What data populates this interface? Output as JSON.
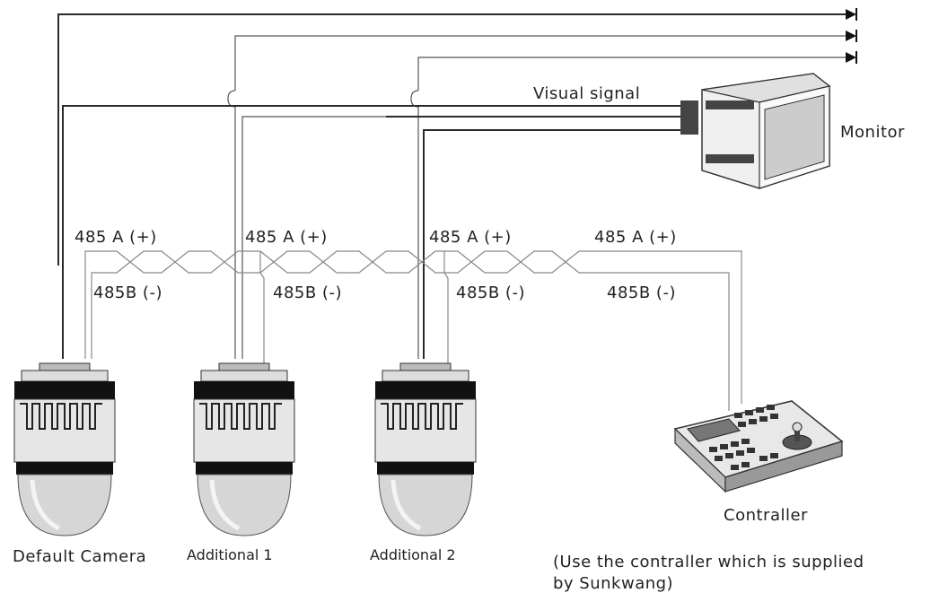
{
  "labels": {
    "visual_signal": "Visual signal",
    "monitor": "Monitor",
    "controller": "Contraller",
    "note_line1": "(Use the contraller which is supplied",
    "note_line2": "by  Sunkwang)",
    "rs485_a": "485 A (+)",
    "rs485_b": "485B (-)"
  },
  "cameras": [
    {
      "label": "Default Camera"
    },
    {
      "label": "Additional 1"
    },
    {
      "label": "Additional 2"
    }
  ]
}
